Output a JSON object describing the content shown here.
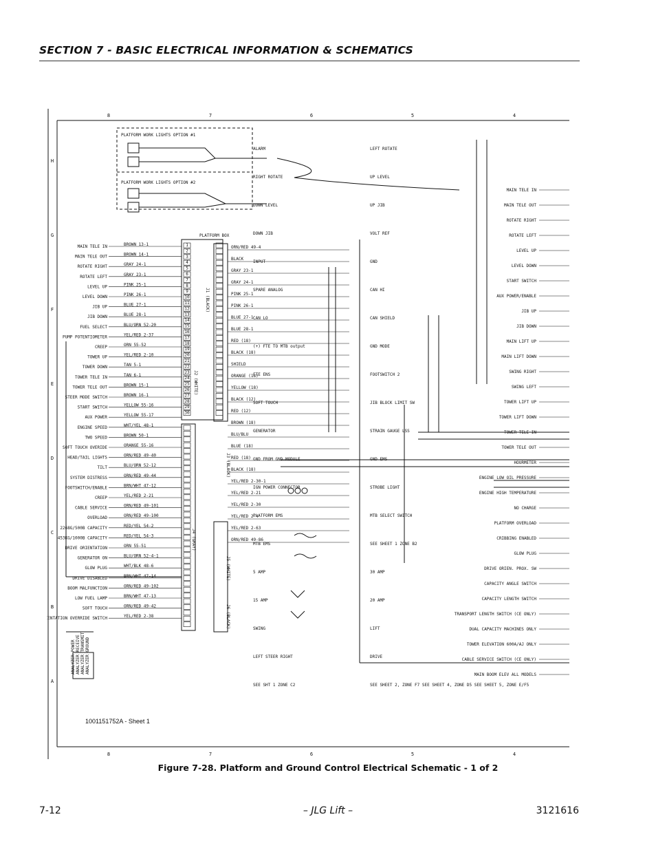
{
  "header": {
    "title": "SECTION 7 - BASIC ELECTRICAL INFORMATION & SCHEMATICS"
  },
  "schematic": {
    "drawing_number": "1001151752A - Sheet 1",
    "zone_columns": [
      "8",
      "7",
      "6",
      "5",
      "4"
    ],
    "zone_rows": [
      "H",
      "G",
      "F",
      "E",
      "D",
      "C",
      "B",
      "A"
    ],
    "box_titles": [
      "PLATFORM BOX",
      "PLATFORM WORK LIGHTS OPTION #1",
      "PLATFORM WORK LIGHTS OPTION #2"
    ],
    "connectors": [
      "J1 (BLACK)",
      "J2 (WHITE)",
      "J3 (BLACK)",
      "J4 (GRAY)",
      "J5 (WHITE)",
      "J6 (BLACK)"
    ],
    "left_functions": [
      "MAIN TELE IN",
      "MAIN TELE OUT",
      "ROTATE RIGHT",
      "ROTATE LEFT",
      "LEVEL UP",
      "LEVEL DOWN",
      "JIB UP",
      "JIB DOWN",
      "FUEL SELECT",
      "PUMP POTENTIOMETER",
      "CREEP",
      "TOWER UP",
      "TOWER DOWN",
      "TOWER TELE IN",
      "TOWER TELE OUT",
      "STEER MODE SWITCH",
      "START SWITCH",
      "AUX POWER",
      "ENGINE SPEED",
      "TWO SPEED",
      "SOFT TOUCH OVERIDE",
      "HEAD/TAIL LIGHTS",
      "TILT",
      "SYSTEM DISTRESS",
      "FOOTSWITCH/ENABLE",
      "CREEP",
      "CABLE SERVICE",
      "OVERLOAD",
      "2268G/500B CAPACITY",
      "453KG/1000B CAPACITY",
      "DRIVE ORIENTATION",
      "GENERATOR ON",
      "GLOW PLUG",
      "DRIVE DISABLED",
      "BOOM MALFUNCTION",
      "LOW FUEL LAMP",
      "SOFT TOUCH",
      "DRIVE ORIENTATION OVERRIDE SWITCH"
    ],
    "left_wires": [
      "BROWN 13-1",
      "BROWN 14-1",
      "GRAY 24-1",
      "GRAY 23-1",
      "PINK 25-1",
      "PINK 26-1",
      "BLUE 27-1",
      "BLUE 28-1",
      "BLU/ORN 52-20",
      "YEL/RED 2-37",
      "ORN 55-52",
      "YEL/RED 2-10",
      "TAN 5-1",
      "TAN 6-1",
      "BROWN 15-1",
      "BROWN 16-1",
      "YELLOW 55-16",
      "YELLOW 55-17",
      "WHT/YEL 48-1",
      "BROWN 50-1",
      "ORANGE 55-16",
      "ORN/RED 49-40",
      "BLU/ORN 52-12",
      "ORN/RED 49-44",
      "BRN/WHT 47-12",
      "YEL/RED 2-21",
      "ORN/RED 49-101",
      "ORN/RED 49-100",
      "RED/YEL 54-2",
      "RED/YEL 54-3",
      "ORN 55-51",
      "BLU/ORN 52-4-1",
      "WHT/BLK 48-6",
      "BRN/WHT 47-14",
      "ORN/RED 49-102",
      "BRN/WHT 47-13",
      "ORN/RED 49-42",
      "YEL/RED 2-38"
    ],
    "right_functions": [
      "MAIN TELE IN",
      "MAIN TELE OUT",
      "ROTATE RIGHT",
      "ROTATE LEFT",
      "LEVEL UP",
      "LEVEL DOWN",
      "START SWITCH",
      "AUX POWER/ENABLE",
      "JIB UP",
      "JIB DOWN",
      "MAIN LIFT UP",
      "MAIN LIFT DOWN",
      "SWING RIGHT",
      "SWING LEFT",
      "TOWER LIFT UP",
      "TOWER LIFT DOWN",
      "TOWER TELE IN",
      "TOWER TELE OUT",
      "HOURMETER",
      "ENGINE LOW OIL PRESSURE",
      "ENGINE HIGH TEMPERATURE",
      "NO CHARGE",
      "PLATFORM OVERLOAD",
      "CRIBBING ENABLED",
      "GLOW PLUG",
      "DRIVE ORIEN. PROX. SW",
      "CAPACITY ANGLE SWITCH",
      "CAPACITY LENGTH SWITCH",
      "TRANSPORT LENGTH SWITCH (CE ONLY)",
      "DUAL CAPACITY MACHINES ONLY",
      "TOWER ELEVATION 600A/AJ ONLY",
      "CABLE SERVICE SWITCH (CE ONLY)",
      "MAIN BOOM ELEV ALL MODELS"
    ],
    "center_labels": [
      "ALARM",
      "LEFT ROTATE",
      "RIGHT ROTATE",
      "UP LEVEL",
      "DOWN LEVEL",
      "UP JIB",
      "DOWN JIB",
      "VOLT REF",
      "INPUT",
      "GND",
      "SPARE ANALOG",
      "CAN HI",
      "CAN LO",
      "CAN SHIELD",
      "(+) FTE TO MTB output",
      "GND MODE",
      "FTE ENS",
      "FOOTSWITCH 2",
      "SOFT TOUCH",
      "JIB BLOCK LIMIT SW",
      "GENERATOR",
      "STRAIN GAUGE LSS",
      "GND FROM GND MODULE",
      "GND EMS",
      "IGN POWER CONNECTOR",
      "STROBE LIGHT",
      "PLATFORM EMS",
      "MTB SELECT SWITCH",
      "MTB EMS",
      "SEE SHEET 1 ZONE B2",
      "5 AMP",
      "30 AMP",
      "15 AMP",
      "20 AMP",
      "SWING",
      "LIFT",
      "LEFT STEER RIGHT",
      "DRIVE",
      "SEE SHT 1 ZONE C2",
      "SEE SHEET 2, ZONE F7 SEE SHEET 4, ZONE D5 SEE SHEET 5, ZONE E/F5"
    ],
    "analyzer_labels": [
      "ANALYZER POWER",
      "ANALYZER RECEIVE",
      "ANALYZER TRANSMIT",
      "ANALYZER GROUND"
    ],
    "platform_wires": [
      "ORN/RED 49-4",
      "BLACK",
      "GRAY 23-1",
      "GRAY 24-1",
      "PINK 25-1",
      "PINK 26-1",
      "BLUE 27-1",
      "BLUE 28-1",
      "RED (18)",
      "BLACK (18)",
      "SHIELD",
      "ORANGE (18)",
      "YELLOW (18)",
      "BLACK (12)",
      "RED (12)",
      "BROWN (18)",
      "BLU/BLU",
      "BLUE (18)",
      "RED (18)",
      "BLACK (18)",
      "YEL/RED 2-30-1",
      "YEL/RED 2-21",
      "YEL/RED 2-30",
      "YEL/RED 2-4",
      "YEL/RED 2-63",
      "ORN/RED 49-86"
    ]
  },
  "caption": "Figure 7-28.  Platform and Ground Control Electrical Schematic - 1 of 2",
  "footer": {
    "page": "7-12",
    "center": "– JLG Lift –",
    "doc_number": "3121616"
  }
}
